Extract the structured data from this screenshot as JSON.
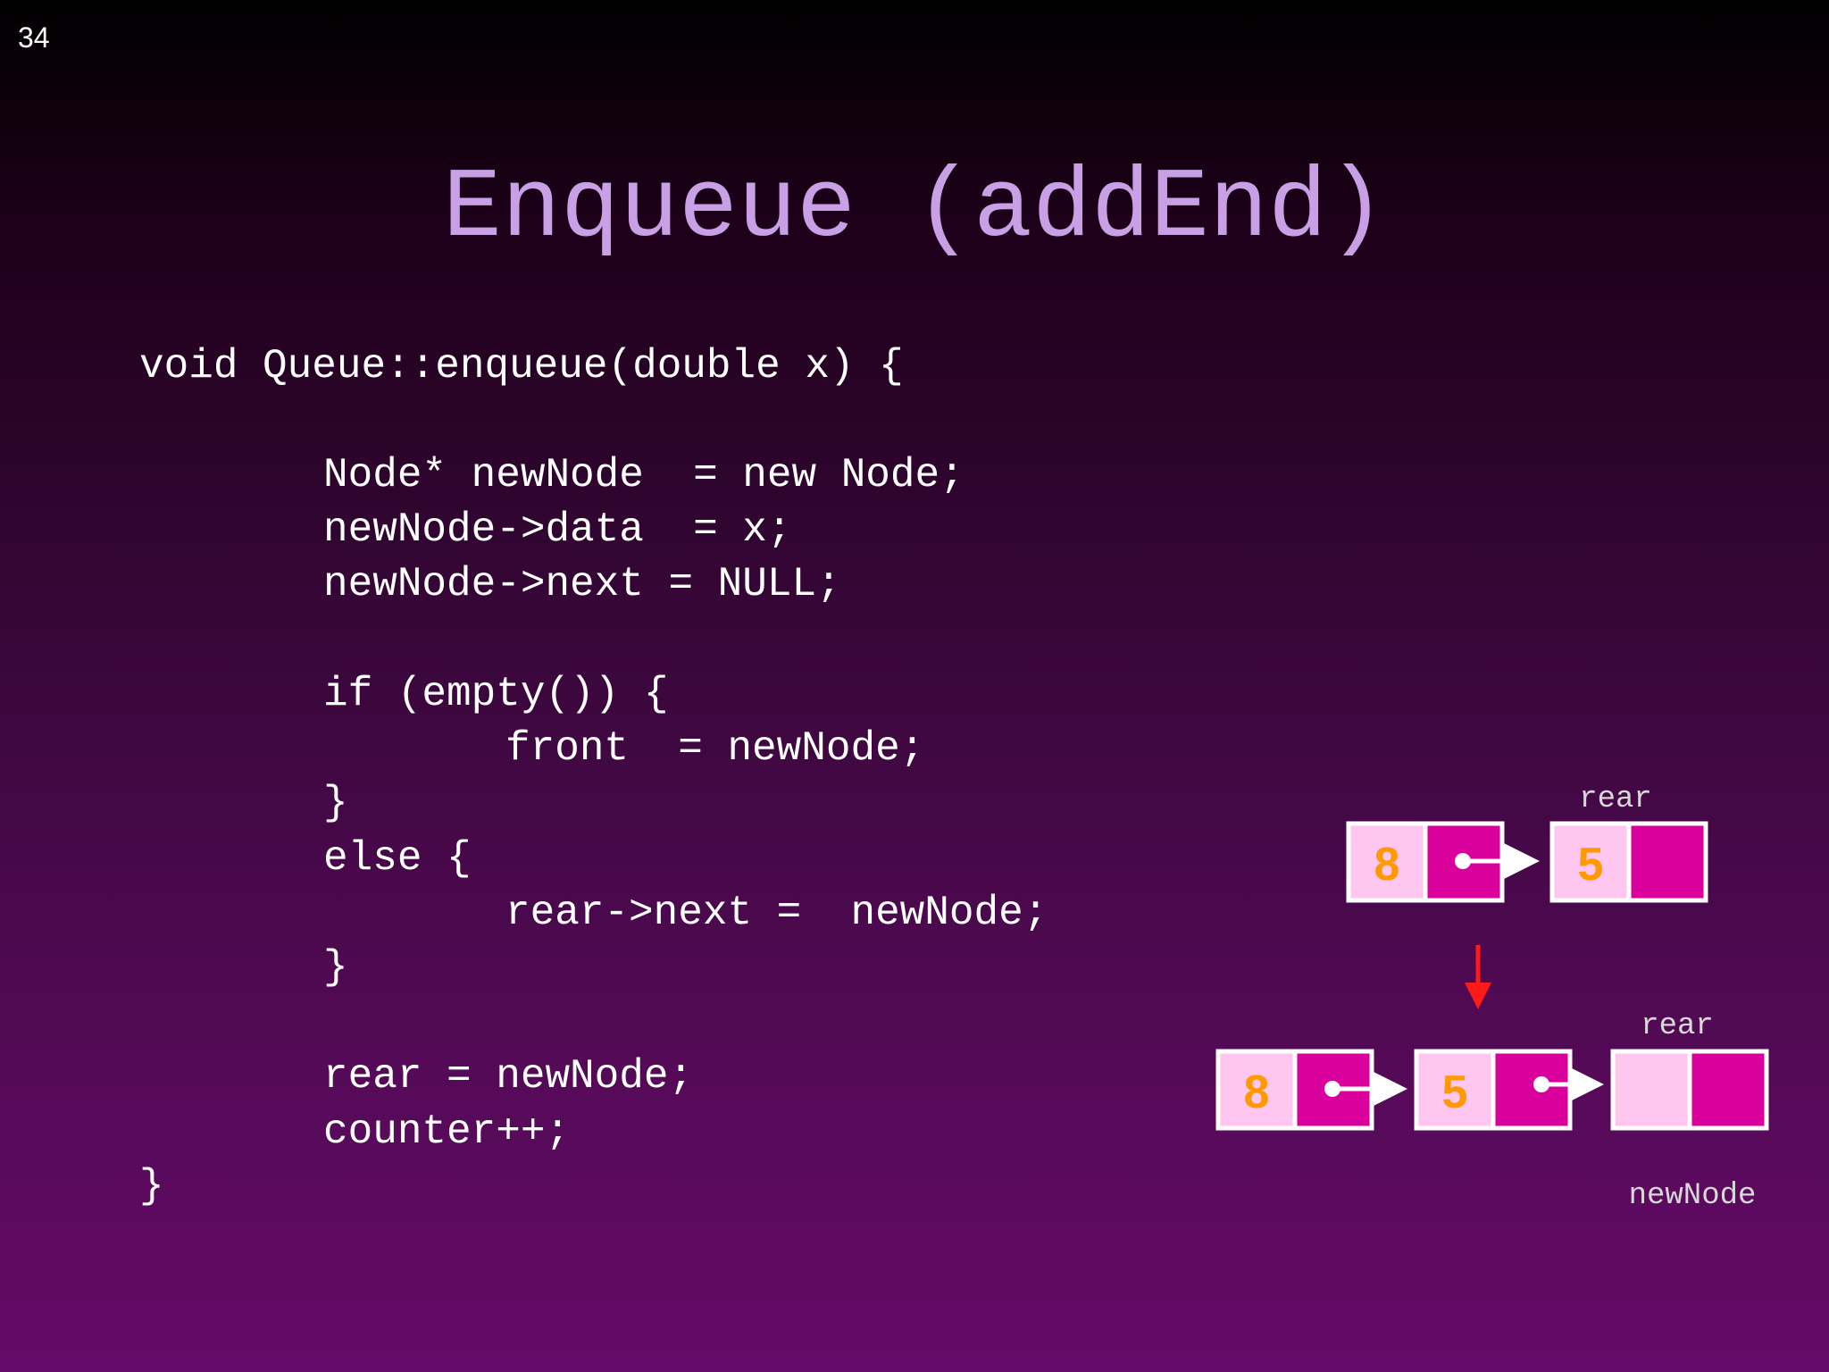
{
  "slide_number": "34",
  "title": "Enqueue (addEnd)",
  "code_lines": [
    "void Queue::enqueue(double x) {",
    "Node* newNode  = new Node;",
    "newNode->data  = x;",
    "newNode->next = NULL;",
    "if (empty()) {",
    "front  = newNode;",
    "}",
    "else {",
    "rear->next =  newNode;",
    "}",
    "rear = newNode;",
    "counter++;",
    "}"
  ],
  "diagram": {
    "before": {
      "rear_label": "rear",
      "node1_value": "8",
      "node2_value": "5"
    },
    "after": {
      "rear_label": "rear",
      "node1_value": "8",
      "node2_value": "5",
      "new_node_label": "newNode"
    },
    "colors": {
      "data_cell": "#ffc6f0",
      "pointer_cell": "#d9009c",
      "border": "#ffffff",
      "value_text": "#ff9900",
      "arrow": "#ffffff",
      "transition_arrow": "#ff1a1a",
      "label_text": "#d8d8d8"
    }
  }
}
